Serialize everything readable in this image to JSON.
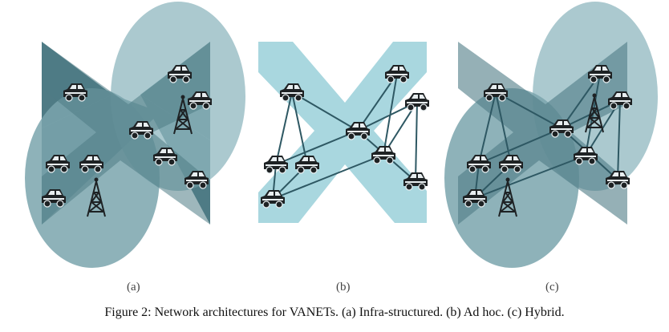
{
  "panels": [
    {
      "id": "a",
      "label": "(a)"
    },
    {
      "id": "b",
      "label": "(b)"
    },
    {
      "id": "c",
      "label": "(c)"
    }
  ],
  "caption": "Figure 2: Network architectures for VANETs. (a) Infra-structured. (b) Ad hoc. (c) Hybrid.",
  "colors": {
    "road_dark": "#4f7b85",
    "road_light": "#a9d7df",
    "coverage": "#7aa4ad",
    "link": "#2e5863",
    "vehicle": "#1e2224",
    "tower": "#1e2224"
  },
  "icons": [
    "vehicle-icon",
    "base-station-tower-icon"
  ]
}
